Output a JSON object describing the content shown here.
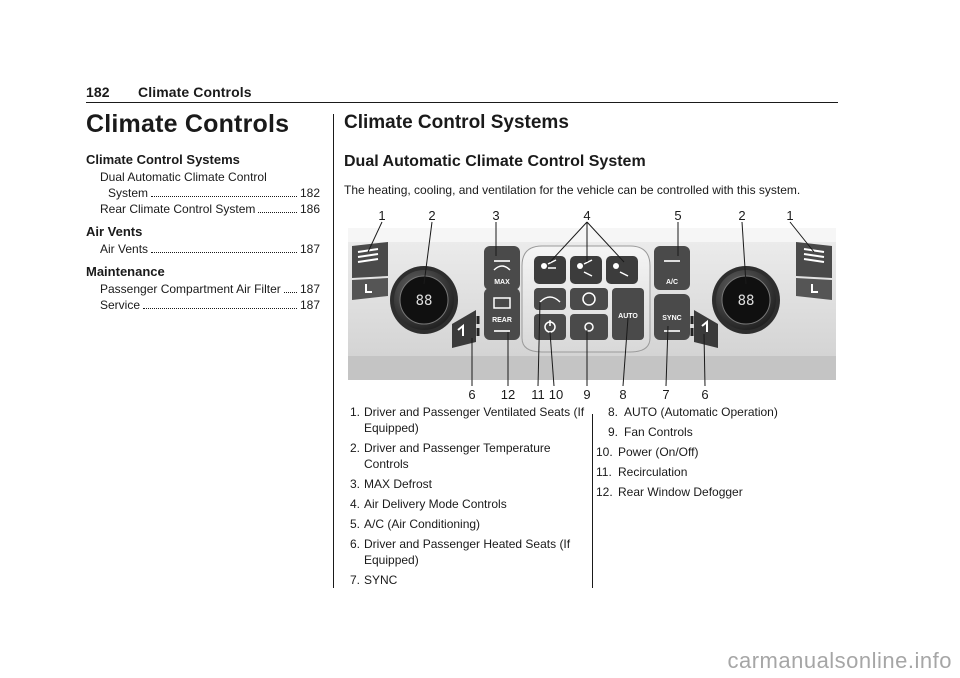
{
  "header": {
    "page_number": "182",
    "section": "Climate Controls"
  },
  "toc": {
    "title": "Climate Controls",
    "sections": [
      {
        "heading": "Climate Control Systems",
        "entries": [
          {
            "label_line1": "Dual Automatic Climate Control",
            "label_line2": "System",
            "page": "182"
          },
          {
            "label": "Rear Climate Control System",
            "page": "186"
          }
        ]
      },
      {
        "heading": "Air Vents",
        "entries": [
          {
            "label": "Air Vents",
            "page": "187"
          }
        ]
      },
      {
        "heading": "Maintenance",
        "entries": [
          {
            "label": "Passenger Compartment Air Filter",
            "page": "187"
          },
          {
            "label": "Service",
            "page": "187"
          }
        ]
      }
    ]
  },
  "main": {
    "title": "Climate Control Systems",
    "subtitle": "Dual Automatic Climate Control System",
    "intro": "The heating, cooling, and ventilation for the vehicle can be controlled with this system."
  },
  "figure": {
    "top_callouts": [
      "1",
      "2",
      "3",
      "4",
      "5",
      "2",
      "1"
    ],
    "bottom_callouts": [
      "6",
      "12",
      "11",
      "10",
      "9",
      "8",
      "7",
      "6"
    ],
    "button_labels": {
      "max": "MAX",
      "rear": "REAR",
      "auto": "AUTO",
      "ac": "A/C",
      "sync": "SYNC",
      "display": "88"
    }
  },
  "legend_left": [
    {
      "num": "1.",
      "text": "Driver and Passenger Ventilated Seats (If Equipped)"
    },
    {
      "num": "2.",
      "text": "Driver and Passenger Temperature Controls"
    },
    {
      "num": "3.",
      "text": "MAX Defrost"
    },
    {
      "num": "4.",
      "text": "Air Delivery Mode Controls"
    },
    {
      "num": "5.",
      "text": "A/C (Air Conditioning)"
    },
    {
      "num": "6.",
      "text": "Driver and Passenger Heated Seats (If Equipped)"
    },
    {
      "num": "7.",
      "text": "SYNC"
    }
  ],
  "legend_right": [
    {
      "num": "8.",
      "text": "AUTO (Automatic Operation)"
    },
    {
      "num": "9.",
      "text": "Fan Controls"
    },
    {
      "num": "10.",
      "text": "Power (On/Off)"
    },
    {
      "num": "11.",
      "text": "Recirculation"
    },
    {
      "num": "12.",
      "text": "Rear Window Defogger"
    }
  ],
  "watermark": "carmanualsonline.info",
  "colors": {
    "panel_light": "#e6e6e6",
    "panel_dark": "#3a3a3a",
    "text": "#1a1a1a",
    "watermark": "#a6a6a6"
  }
}
